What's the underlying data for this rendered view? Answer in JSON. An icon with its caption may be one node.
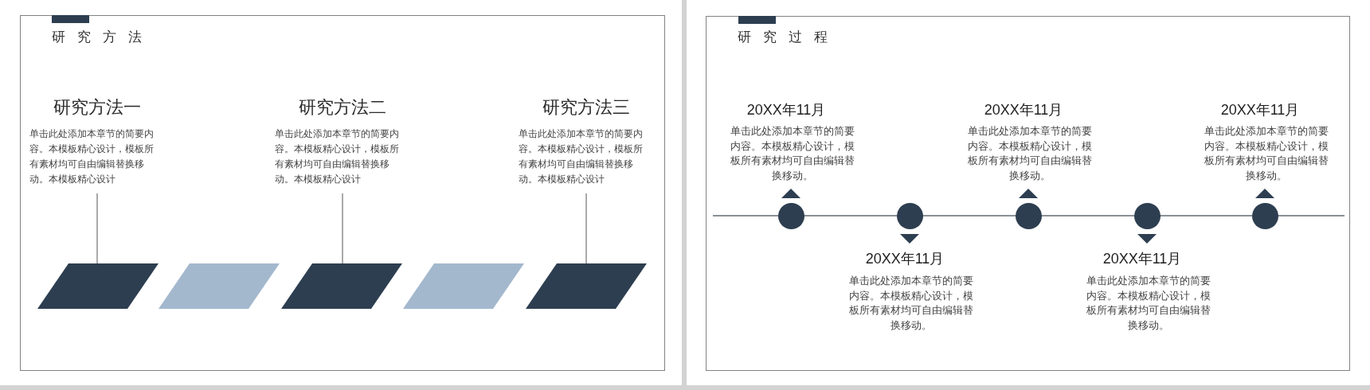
{
  "diagram": {
    "nodes": [
      {
        "text": [
          "研究方法"
        ]
      },
      {
        "text": [
          "研究方法一",
          "单击此处添加本章节的简要内容。本模板精心设计，模板所有素材均可自由编辑替换移动。本模板精心设计"
        ],
        "in": 0
      },
      {
        "text": [
          "研究方法二",
          "单击此处添加本章节的简要内容。本模板精心设计，模板所有素材均可自由编辑替换移动。本模板精心设计"
        ],
        "in": 0
      },
      {
        "text": [
          "研究方法三",
          "单击此处添加本章节的简要内容。本模板精心设计，模板所有素材均可自由编辑替换移动。本模板精心设计"
        ],
        "in": 0
      },
      {
        "text": [],
        "shape": "parallelogram",
        "in": 0
      },
      {
        "text": [],
        "shape": "parallelogram",
        "in": 0
      },
      {
        "text": [],
        "shape": "parallelogram",
        "in": 0
      },
      {
        "text": [],
        "shape": "parallelogram",
        "in": 0
      },
      {
        "text": [],
        "shape": "parallelogram",
        "in": 0
      },
      {
        "text": [
          "研究过程"
        ]
      },
      {
        "text": [],
        "shape": "circle",
        "in": 9,
        "beside": [
          "20XX年11月",
          "单击此处添加本章节的简要内容。本模板精心设计，模板所有素材均可自由编辑替换移动。"
        ]
      },
      {
        "text": [],
        "shape": "circle",
        "in": 9,
        "beside": [
          "20XX年11月",
          "单击此处添加本章节的简要内容。本模板精心设计，模板所有素材均可自由编辑替换移动。"
        ]
      },
      {
        "text": [],
        "shape": "circle",
        "in": 9,
        "beside": [
          "20XX年11月",
          "单击此处添加本章节的简要内容。本模板精心设计，模板所有素材均可自由编辑替换移动。"
        ]
      },
      {
        "text": [],
        "shape": "circle",
        "in": 9,
        "beside": [
          "20XX年11月",
          "单击此处添加本章节的简要内容。本模板精心设计，模板所有素材均可自由编辑替换移动。"
        ]
      },
      {
        "text": [],
        "shape": "circle",
        "in": 9,
        "beside": [
          "20XX年11月",
          "单击此处添加本章节的简要内容。本模板精心设计，模板所有素材均可自由编辑替换移动。"
        ]
      }
    ],
    "edges": [
      {
        "from": 1,
        "to": 4,
        "arrow": "none"
      },
      {
        "from": 2,
        "to": 6,
        "arrow": "none"
      },
      {
        "from": 3,
        "to": 8,
        "arrow": "none"
      }
    ]
  }
}
